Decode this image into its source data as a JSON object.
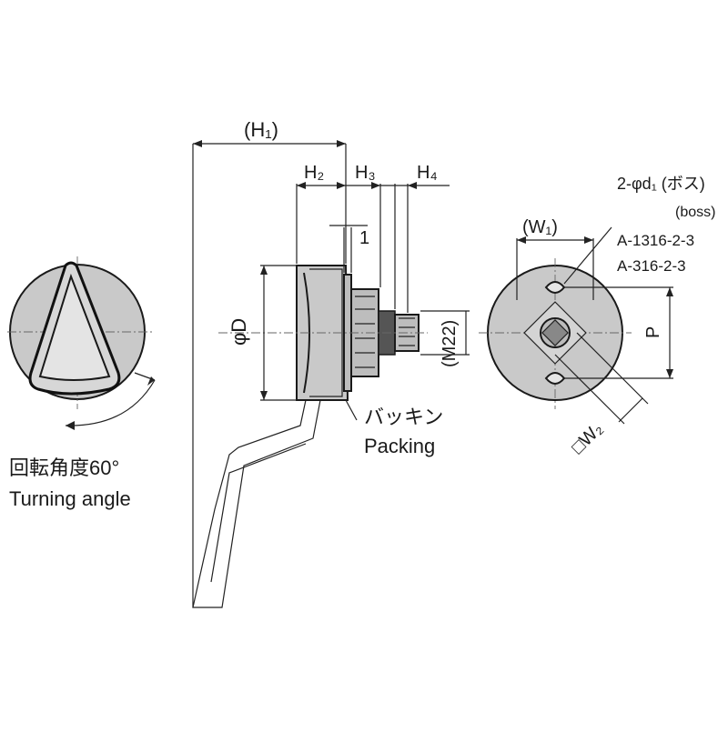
{
  "labels": {
    "h1": "(H₁)",
    "h2": "H₂",
    "h3": "H₃",
    "h4": "H₄",
    "one": "1",
    "phi_d": "φD",
    "m22": "(M22)",
    "packing_jp": "バッキン",
    "packing_en": "Packing",
    "turning_jp": "回転角度60°",
    "turning_en": "Turning angle",
    "w1": "(W₁)",
    "boss_jp": "2-φd₁ (ボス)",
    "boss_en": "(boss)",
    "model_a": "A-1316-2-3",
    "model_b": "A-316-2-3",
    "p": "P",
    "w2": "□W₂"
  },
  "turning_angle_deg": 60
}
